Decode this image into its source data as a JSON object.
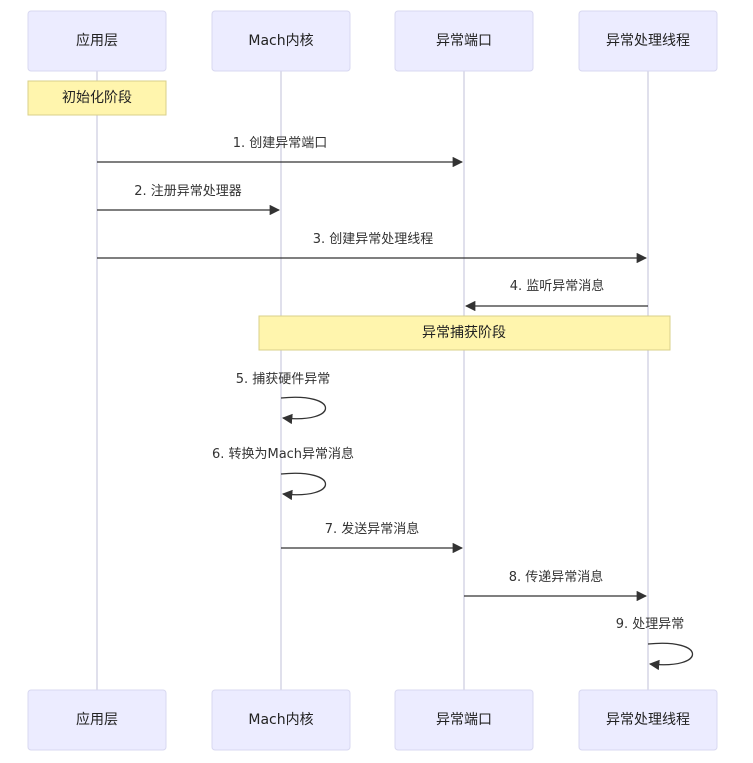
{
  "participants": [
    {
      "id": "app",
      "label": "应用层"
    },
    {
      "id": "mach",
      "label": "Mach内核"
    },
    {
      "id": "port",
      "label": "异常端口"
    },
    {
      "id": "thread",
      "label": "异常处理线程"
    }
  ],
  "notes": [
    {
      "id": "init",
      "label": "初始化阶段",
      "from": "app",
      "to": "app"
    },
    {
      "id": "capture",
      "label": "异常捕获阶段",
      "from": "mach",
      "to": "thread"
    }
  ],
  "messages": [
    {
      "label": "1. 创建异常端口",
      "from": "app",
      "to": "port"
    },
    {
      "label": "2. 注册异常处理器",
      "from": "app",
      "to": "mach"
    },
    {
      "label": "3. 创建异常处理线程",
      "from": "app",
      "to": "thread"
    },
    {
      "label": "4. 监听异常消息",
      "from": "thread",
      "to": "port"
    },
    {
      "label": "5. 捕获硬件异常",
      "from": "mach",
      "to": "mach"
    },
    {
      "label": "6. 转换为Mach异常消息",
      "from": "mach",
      "to": "mach"
    },
    {
      "label": "7. 发送异常消息",
      "from": "mach",
      "to": "port"
    },
    {
      "label": "8. 传递异常消息",
      "from": "port",
      "to": "thread"
    },
    {
      "label": "9. 处理异常",
      "from": "thread",
      "to": "thread"
    }
  ]
}
